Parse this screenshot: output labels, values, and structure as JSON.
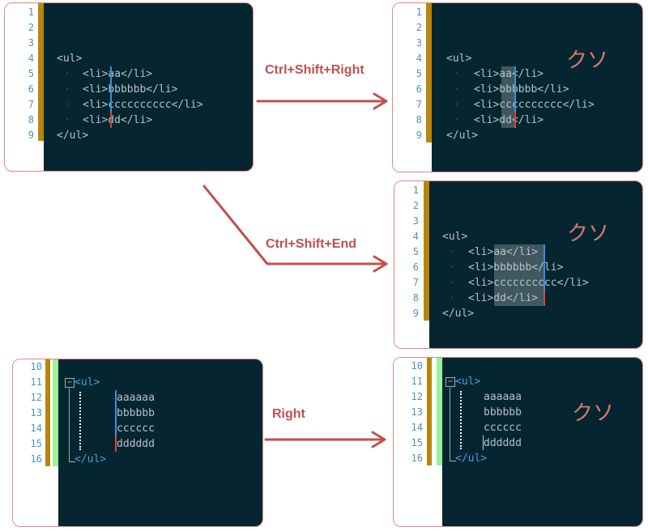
{
  "markup_lines": {
    "ul_open": "<ul>",
    "li_a": "<li>aa</li>",
    "li_b": "<li>bbbbbb</li>",
    "li_c": "<li>cccccccccc</li>",
    "li_d": "<li>dd</li>",
    "ul_close": "</ul>"
  },
  "line_numbers_top": [
    "1",
    "2",
    "3",
    "4",
    "5",
    "6",
    "7",
    "8",
    "9"
  ],
  "line_numbers_bottom": [
    "10",
    "11",
    "12",
    "13",
    "14",
    "15",
    "16"
  ],
  "plain_lines": {
    "a": "aaaaaa",
    "b": "bbbbbb",
    "c": "cccccc",
    "d": "dddddd"
  },
  "fold_marker": "−",
  "arrows": {
    "ctrl_shift_right": "Ctrl+Shift+Right",
    "ctrl_shift_end": "Ctrl+Shift+End",
    "right": "Right"
  },
  "annotation": "クソ",
  "colors": {
    "editor_bg": "#052530",
    "arrow": "#c0504d",
    "caret_blue": "#3a8fe0",
    "caret_red": "#e0443a",
    "gutter_gold": "#b8860b",
    "gutter_green": "#9cf0a0"
  }
}
